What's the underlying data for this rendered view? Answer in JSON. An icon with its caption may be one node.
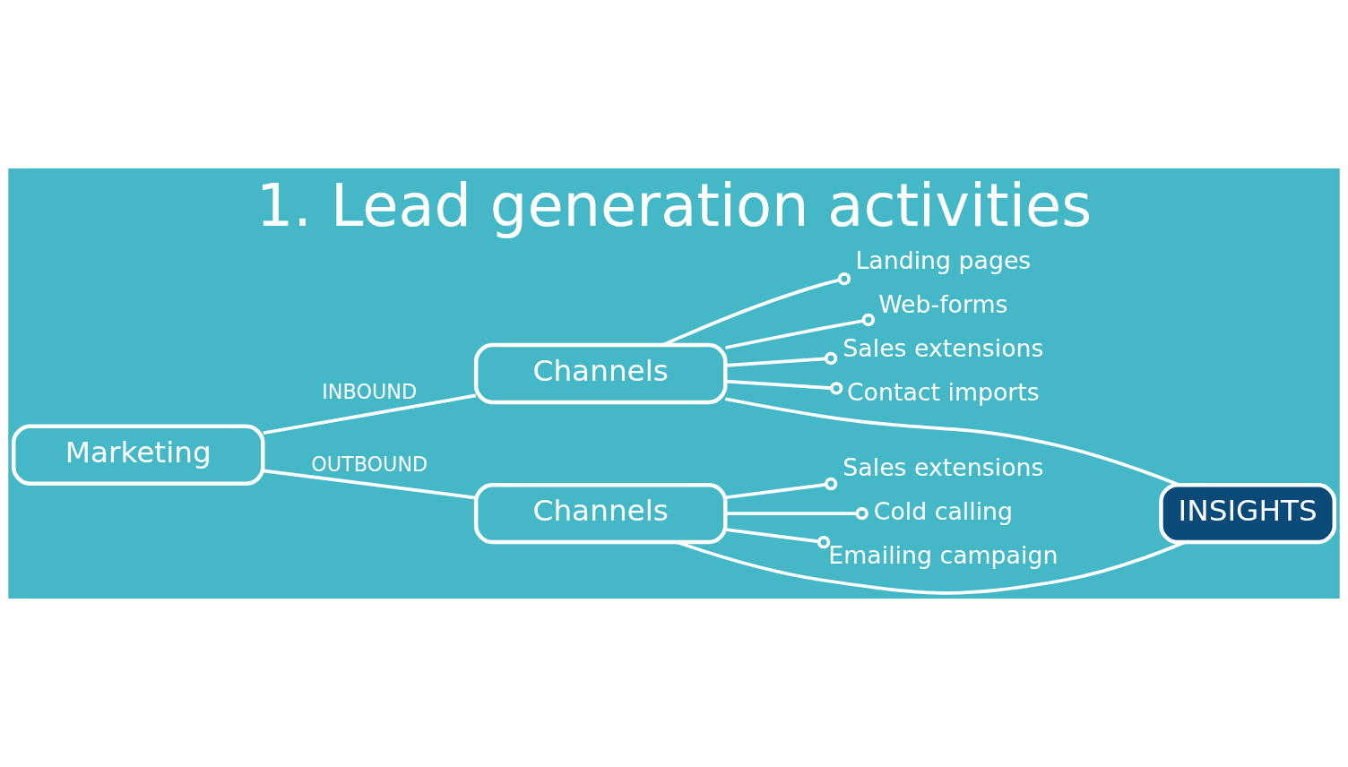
{
  "diagram": {
    "title": "1. Lead generation activities",
    "nodes": [
      {
        "text": [
          "Marketing"
        ]
      },
      {
        "text": [
          "Channels"
        ]
      },
      {
        "text": [
          "Landing pages"
        ]
      },
      {
        "text": [
          "Web-forms"
        ]
      },
      {
        "text": [
          "Sales extensions"
        ]
      },
      {
        "text": [
          "Contact imports"
        ]
      },
      {
        "text": [
          "Channels"
        ]
      },
      {
        "text": [
          "Sales extensions"
        ]
      },
      {
        "text": [
          "Cold calling"
        ]
      },
      {
        "text": [
          "Emailing campaign"
        ]
      },
      {
        "text": [
          "INSIGHTS"
        ]
      }
    ],
    "edges": [
      {
        "from": 0,
        "to": 1,
        "arrow": "none",
        "label": "INBOUND"
      },
      {
        "from": 0,
        "to": 6,
        "arrow": "none",
        "label": "OUTBOUND"
      },
      {
        "from": 1,
        "to": 2,
        "arrow": "other"
      },
      {
        "from": 1,
        "to": 3,
        "arrow": "other"
      },
      {
        "from": 1,
        "to": 4,
        "arrow": "other"
      },
      {
        "from": 1,
        "to": 5,
        "arrow": "other"
      },
      {
        "from": 6,
        "to": 7,
        "arrow": "other"
      },
      {
        "from": 6,
        "to": 8,
        "arrow": "other"
      },
      {
        "from": 6,
        "to": 9,
        "arrow": "other"
      },
      {
        "from": 1,
        "to": 10,
        "arrow": "none"
      },
      {
        "from": 6,
        "to": 10,
        "arrow": "none"
      }
    ]
  }
}
